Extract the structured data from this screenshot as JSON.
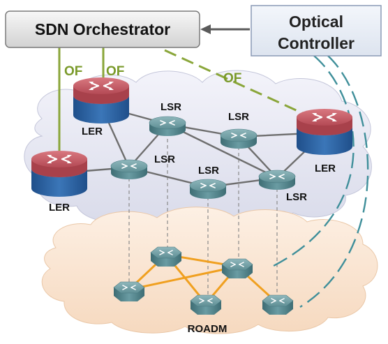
{
  "orchestrator": {
    "label": "SDN Orchestrator"
  },
  "optical_controller": {
    "line1": "Optical",
    "line2": "Controller"
  },
  "of_links": {
    "label": "OF"
  },
  "ler": {
    "label": "LER"
  },
  "lsr": {
    "label": "LSR"
  },
  "roadm": {
    "label": "ROADM"
  },
  "colors": {
    "of_link": "#8aa63a",
    "of_text": "#7a9a2a",
    "optical_dash": "#3f8f9a",
    "arrow": "#5a5a5a",
    "fiber": "#f0a020",
    "ip_link": "#7a7a7a",
    "ler_top": "#c8606a",
    "ler_body": "#2a5fa0",
    "router_teal": "#5d8f96",
    "cloud_ip": "#e6e7f2",
    "cloud_optical": "#fbe3cf"
  }
}
